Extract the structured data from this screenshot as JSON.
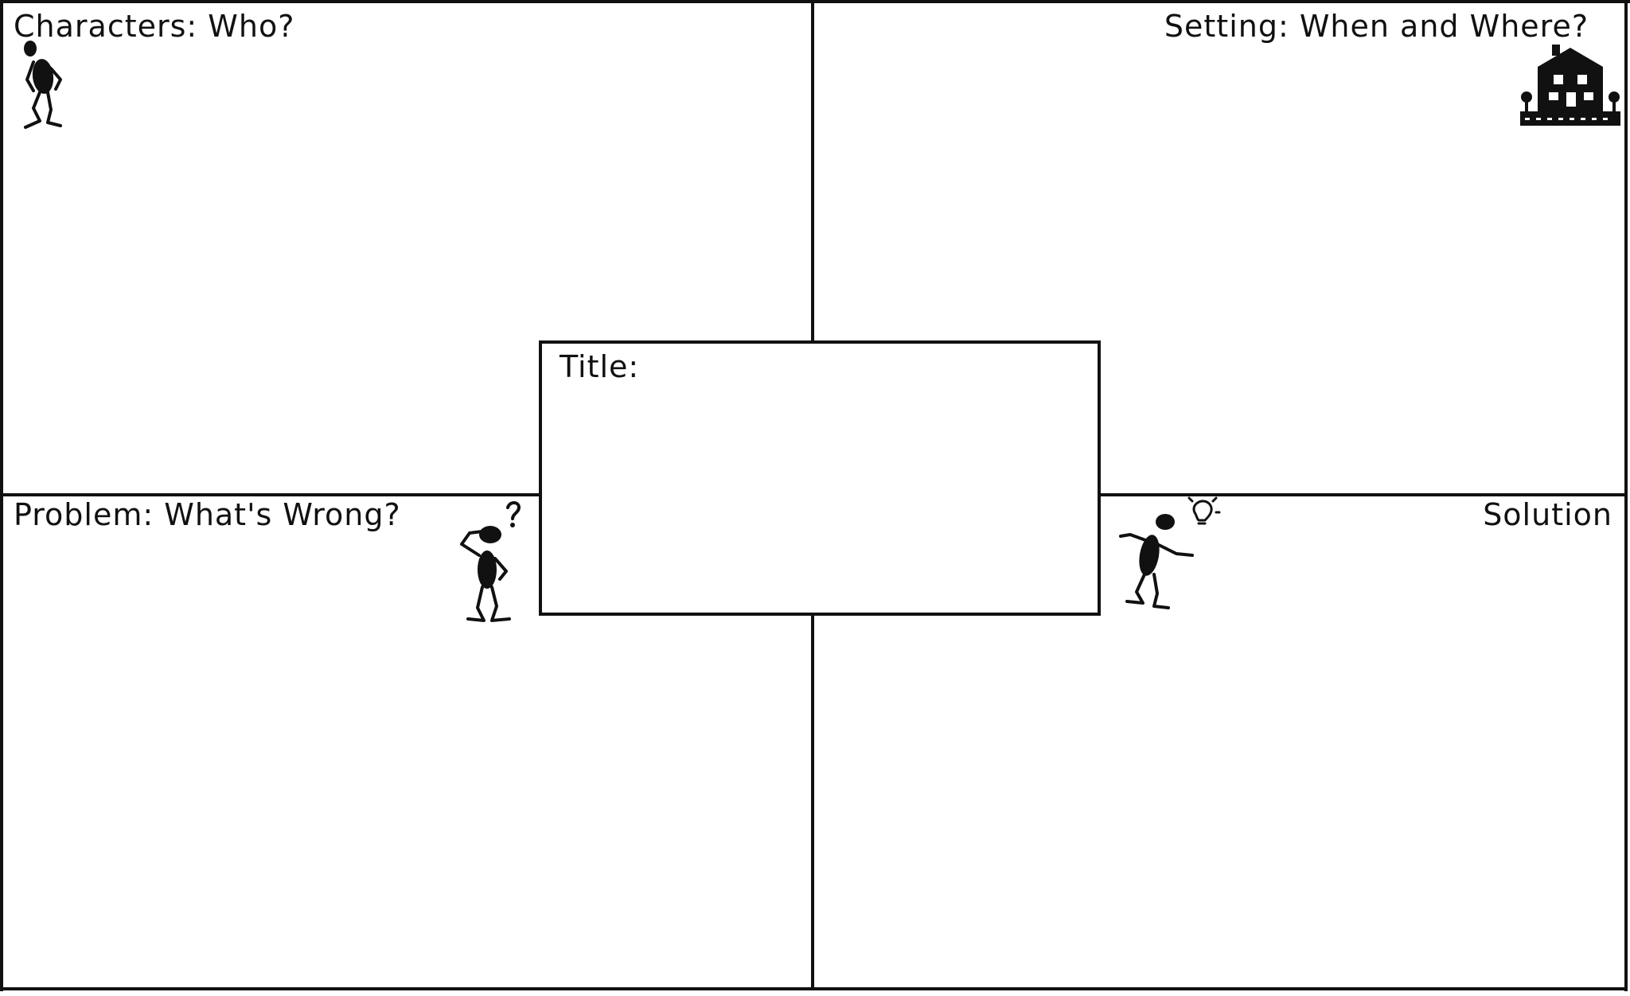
{
  "organizer": {
    "characters_label": "Characters: Who?",
    "setting_label": "Setting: When and Where?",
    "title_label": "Title:",
    "problem_label": "Problem: What's Wrong?",
    "solution_label": "Solution"
  },
  "icons": {
    "characters": "walking-figure-icon",
    "setting": "house-icon",
    "problem": "confused-figure-icon",
    "solution": "lightbulb-figure-icon"
  },
  "colors": {
    "ink": "#111111",
    "paper": "#ffffff"
  }
}
